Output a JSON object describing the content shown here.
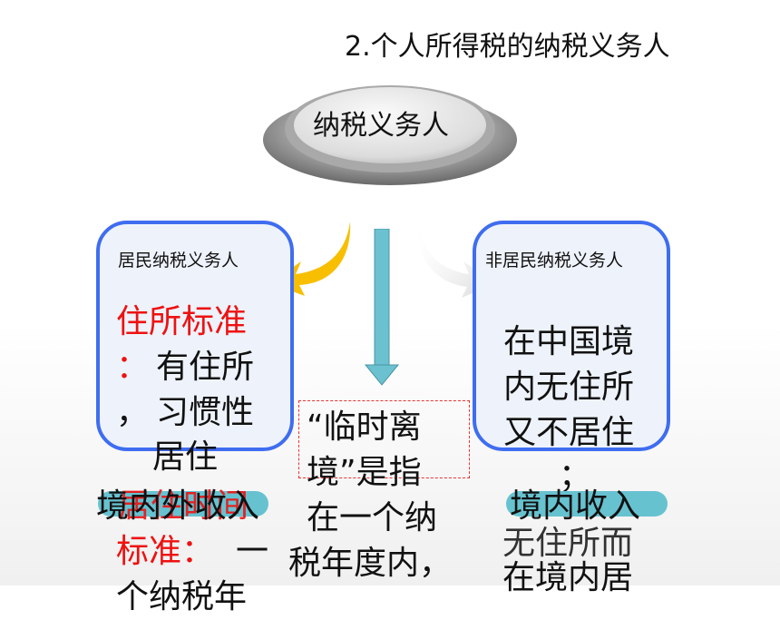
{
  "title": "2.个人所得税的纳税义务人",
  "center_node": "纳税义务人",
  "resident": {
    "label": "居民纳税义务人",
    "text_red_1": "住所标准",
    "text_red_colon": "：",
    "text_black_1": "有住所",
    "text_comma": "，",
    "text_black_2": "习惯性",
    "text_black_3": "居住",
    "income": "境内外收入",
    "text_red_2": "居住时间",
    "text_red_3": "标准：",
    "text_black_4": "一",
    "text_black_5": "个纳税年"
  },
  "nonresident": {
    "label": "非居民纳税义务人",
    "line1": "在中国境",
    "line2": "内无住所",
    "line3": "又不居住",
    "line4": "；",
    "income": "境内收入",
    "line5": "无住所而",
    "line6": "在境内居"
  },
  "note": {
    "line1": "“临时离",
    "line2": "境”是指",
    "line3": "在一个纳",
    "line4": "税年度内，"
  },
  "colors": {
    "box_border": "#3f6df0",
    "red_text": "#ee1111",
    "arrow_yellow": "#f8be00",
    "arrow_teal": "#6cc1d1",
    "pill": "#67c2d0"
  }
}
